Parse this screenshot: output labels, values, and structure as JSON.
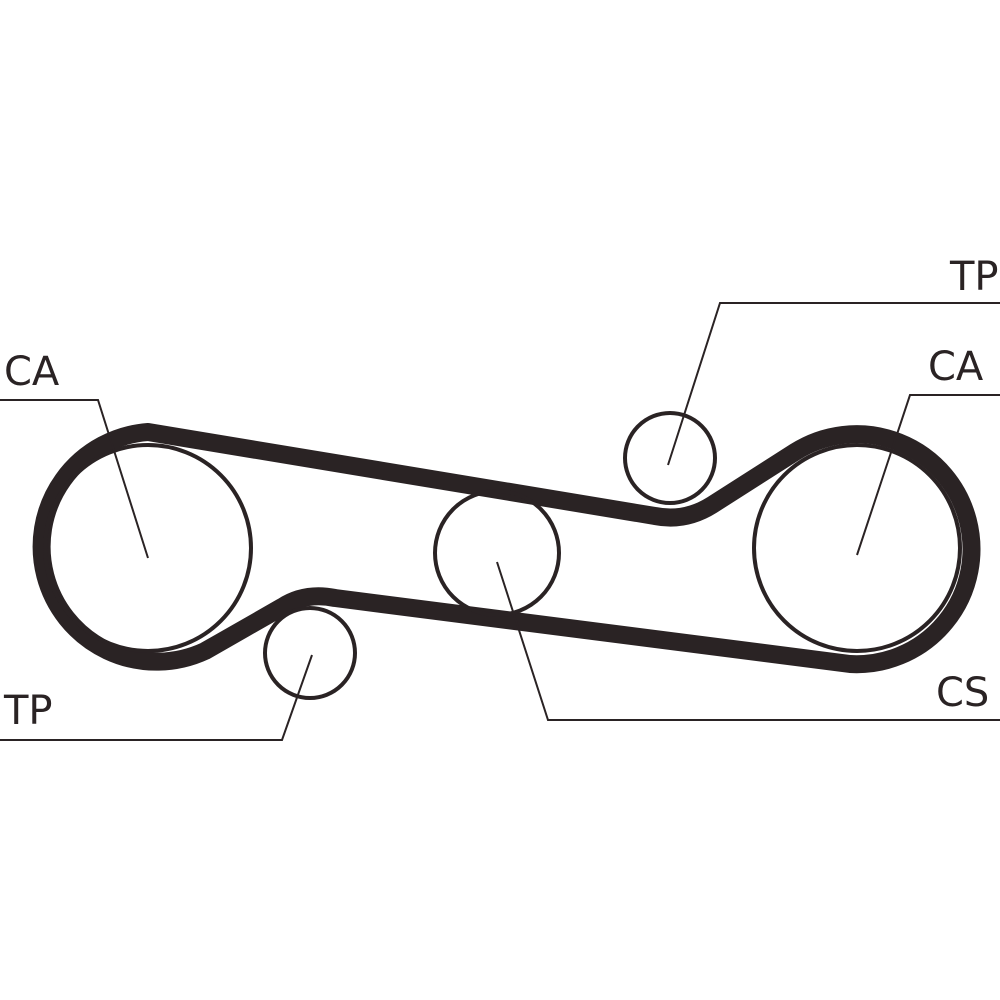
{
  "diagram": {
    "type": "timing-belt-layout",
    "labels": {
      "ca_left": "CA",
      "tp_bottom_left": "TP",
      "tp_top_right": "TP",
      "ca_right": "CA",
      "cs_right": "CS"
    },
    "colors": {
      "line": "#2a2324",
      "background": "#ffffff"
    }
  }
}
